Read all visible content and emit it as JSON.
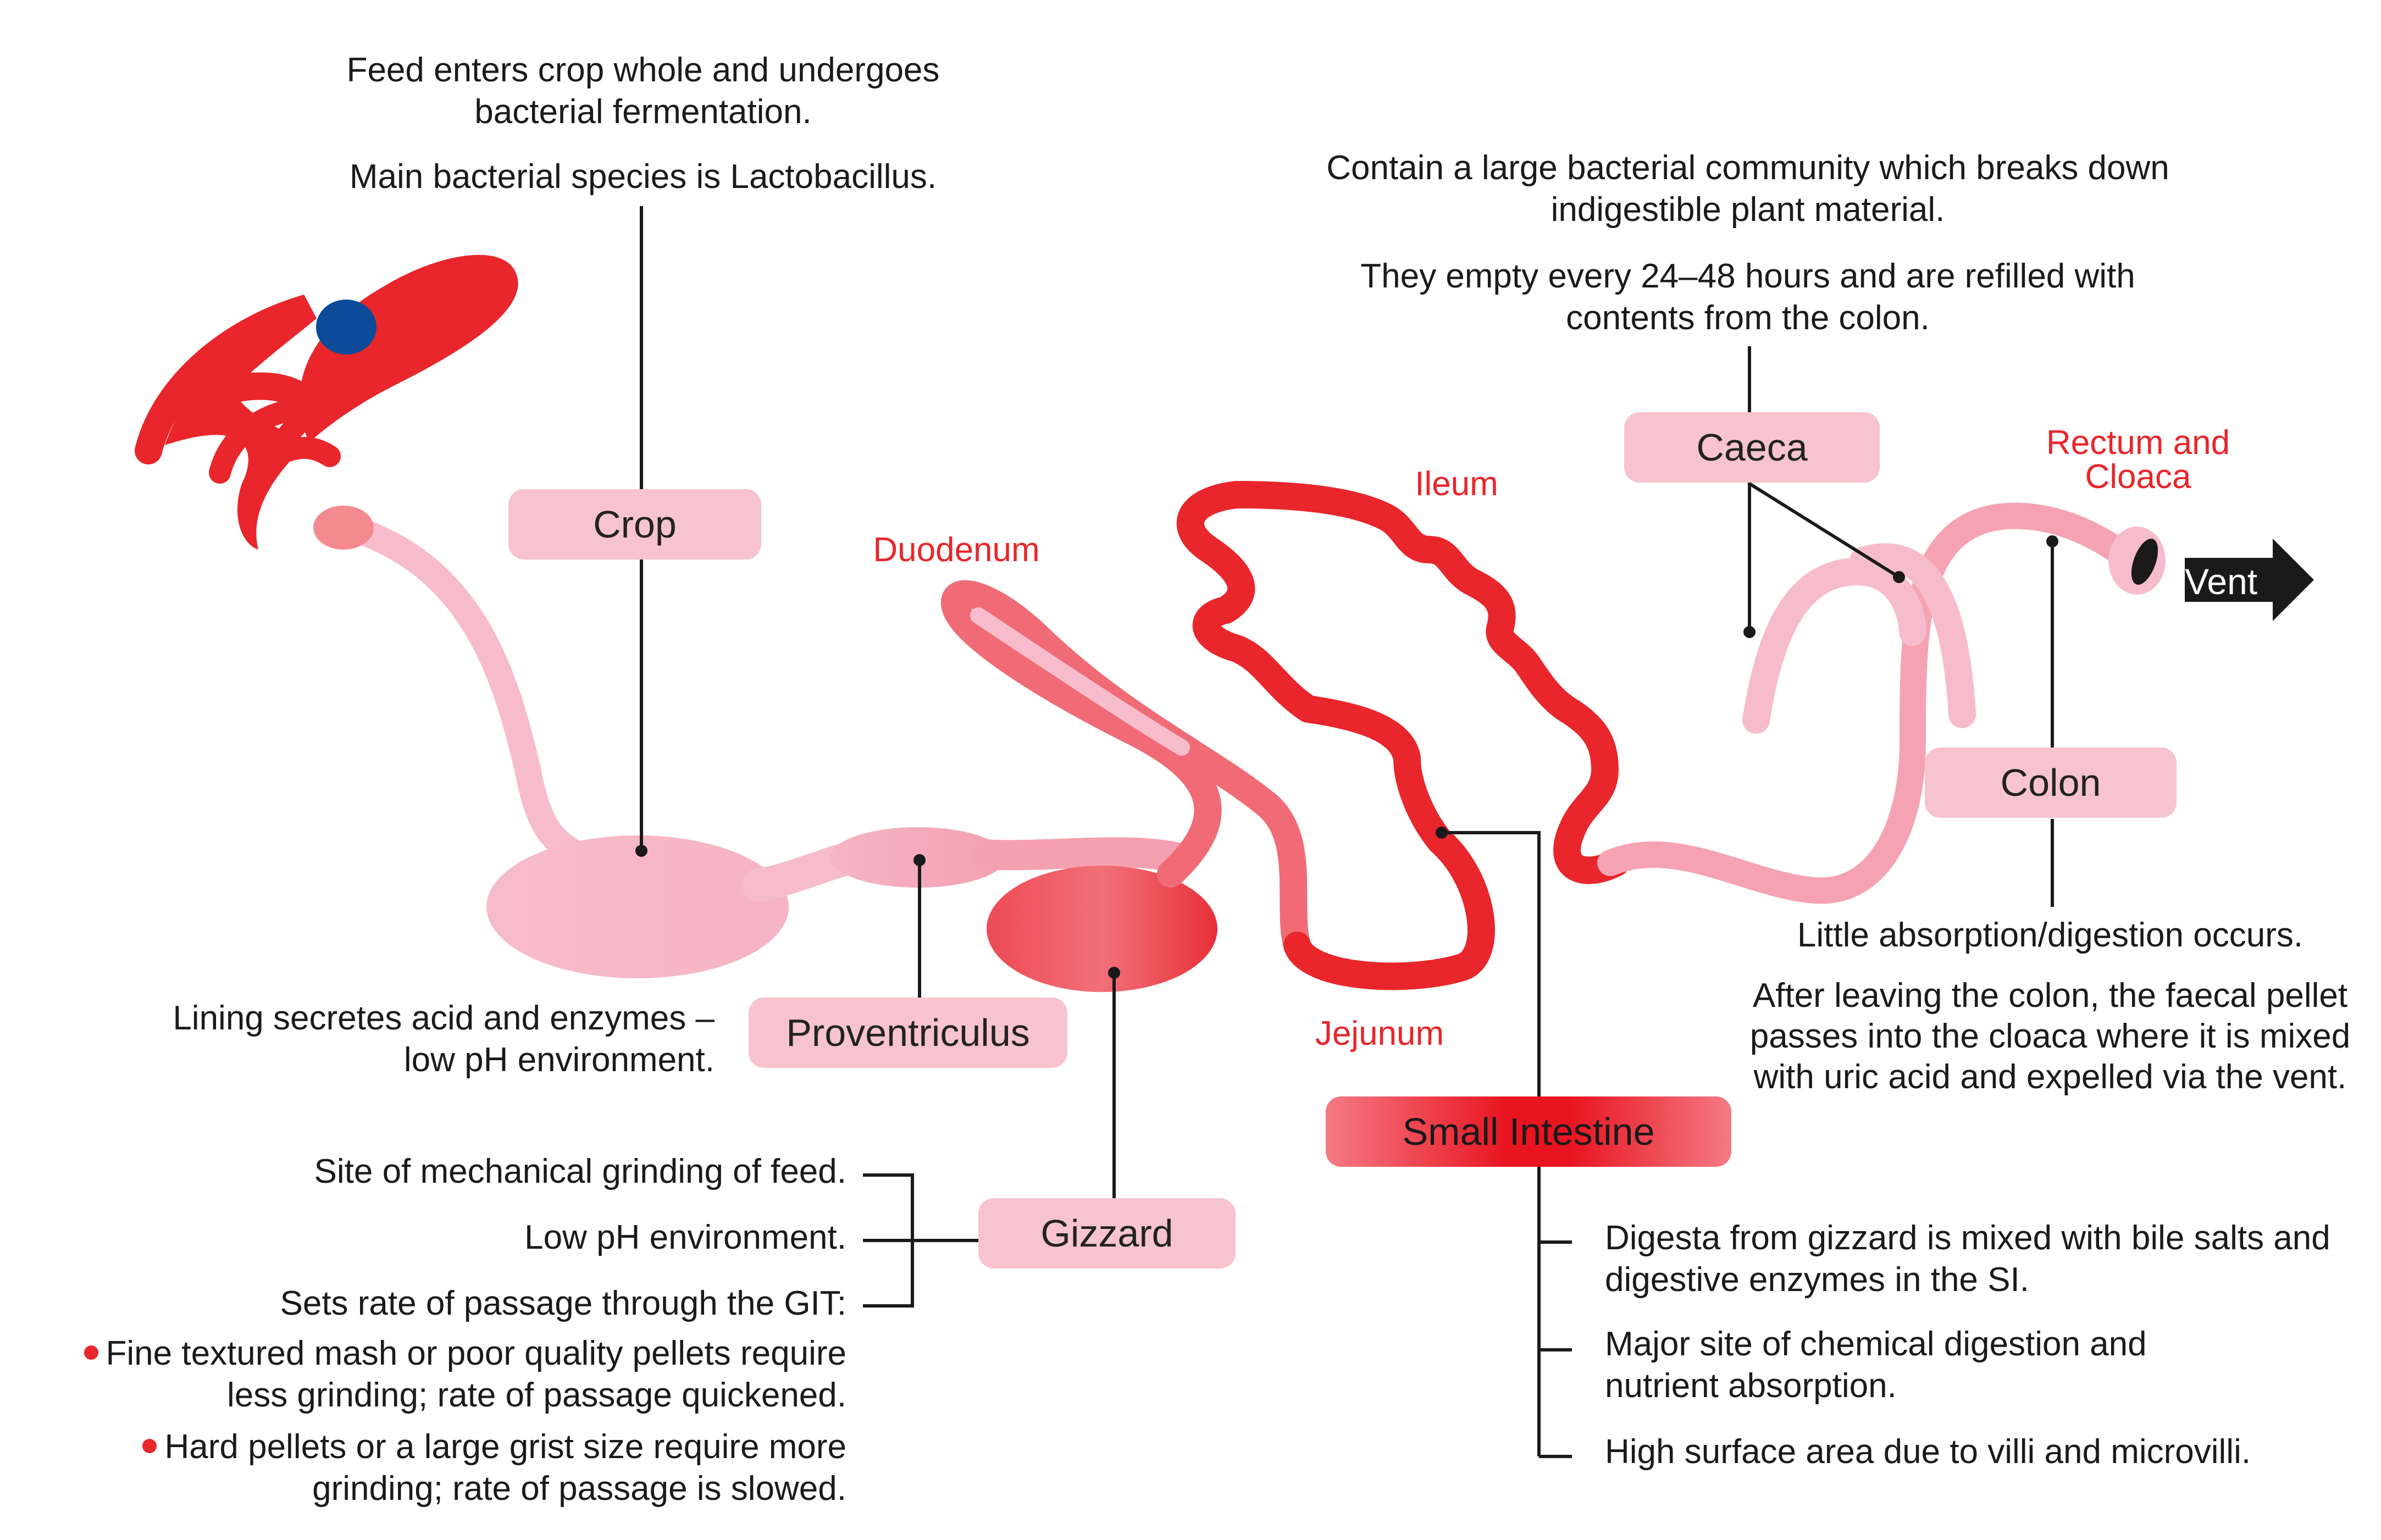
{
  "crop": {
    "label": "Crop",
    "desc1": "Feed enters crop whole and undergoes bacterial fermentation.",
    "desc2": "Main bacterial species is Lactobacillus."
  },
  "proventriculus": {
    "label": "Proventriculus",
    "desc": "Lining secretes acid and enzymes – low pH environment."
  },
  "gizzard": {
    "label": "Gizzard",
    "desc1": "Site of mechanical grinding of feed.",
    "desc2": "Low pH environment.",
    "desc3": "Sets rate of passage through the GIT:",
    "bullet1": "Fine textured mash or poor quality pellets require less grinding; rate of passage quickened.",
    "bullet2": "Hard pellets or a large grist size require more grinding; rate of passage is slowed."
  },
  "small_intestine": {
    "label": "Small Intestine",
    "duodenum": "Duodenum",
    "jejunum": "Jejunum",
    "ileum": "Ileum",
    "desc1": "Digesta from gizzard is mixed with bile salts and digestive enzymes in the SI.",
    "desc2": "Major site of chemical digestion and nutrient absorption.",
    "desc3": "High surface area due to villi and microvilli."
  },
  "caeca": {
    "label": "Caeca",
    "desc1": "Contain a large bacterial community which breaks down indigestible plant material.",
    "desc2": "They empty every 24–48 hours and are refilled with contents from the colon."
  },
  "colon": {
    "label": "Colon",
    "desc1": "Little absorption/digestion occurs.",
    "desc2": "After leaving the colon, the faecal pellet passes into the cloaca where it is mixed with uric acid and expelled via the vent."
  },
  "rectum": {
    "label": "Rectum and Cloaca"
  },
  "vent": {
    "label": "Vent"
  },
  "colors": {
    "accent_red": "#e8262b",
    "label_pink": "#f6c3cf",
    "gut_pink": "#f7bccb",
    "eye_blue": "#0d4a9a"
  }
}
